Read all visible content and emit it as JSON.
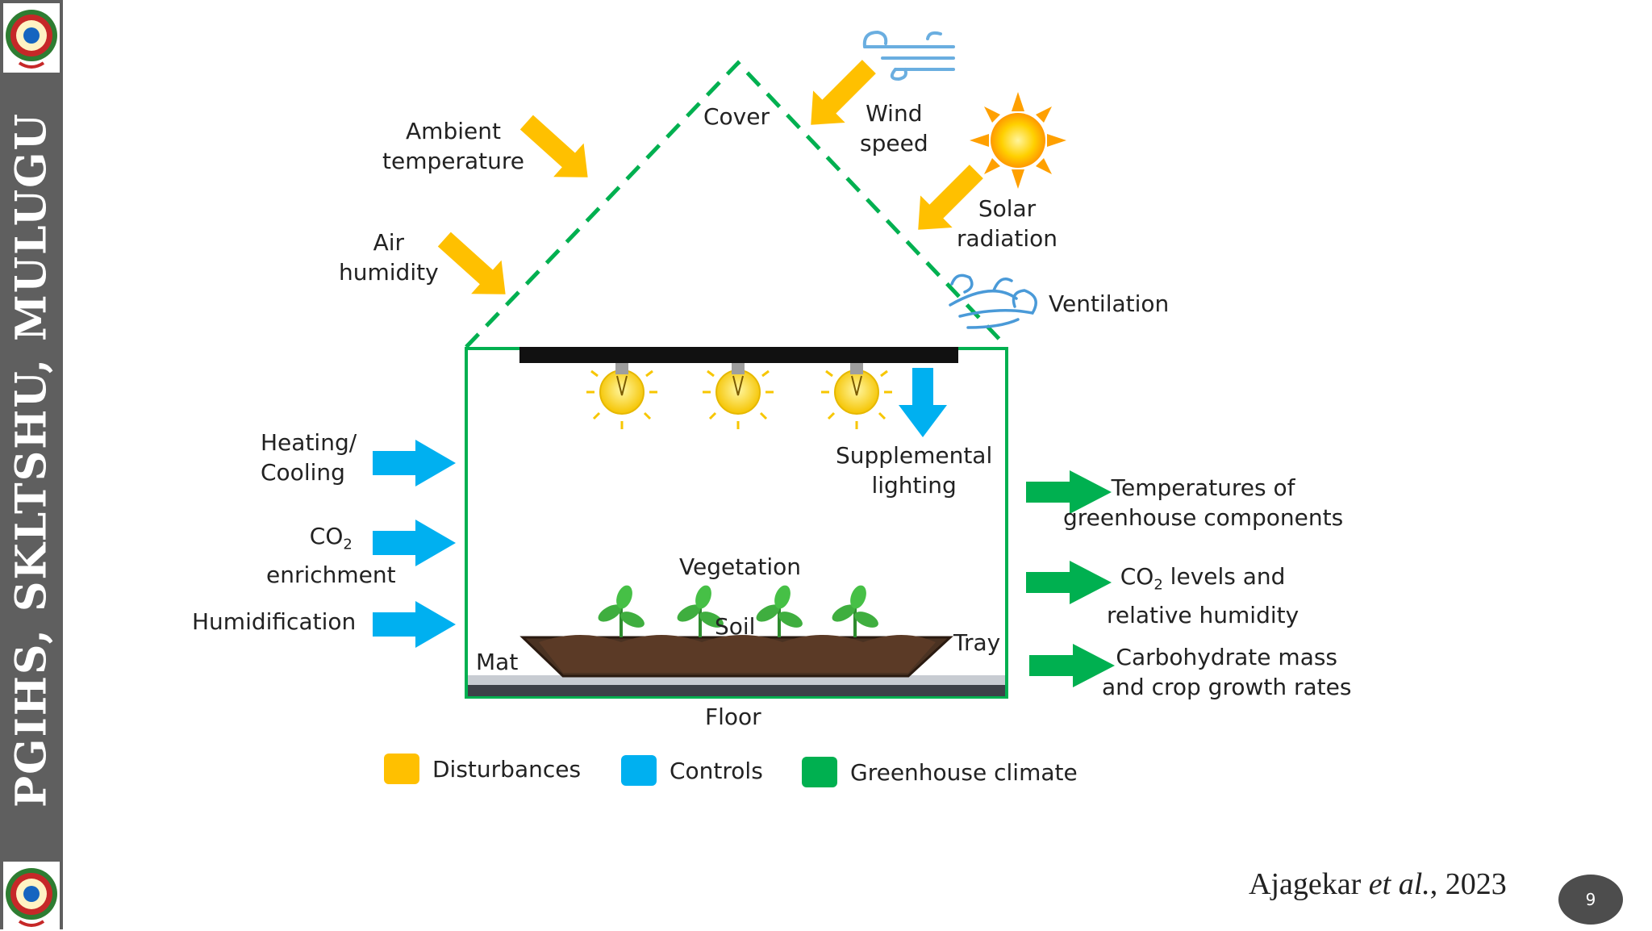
{
  "sidebar": {
    "vertical_text": "PGIHS, SKLTSHU, MULUGU"
  },
  "diagram": {
    "cover": "Cover",
    "disturbances": {
      "wind_speed": [
        "Wind",
        "speed"
      ],
      "ambient_temperature": [
        "Ambient",
        "temperature"
      ],
      "air_humidity": [
        "Air",
        "humidity"
      ],
      "solar_radiation": [
        "Solar",
        "radiation"
      ]
    },
    "ventilation": "Ventilation",
    "controls": {
      "heating_cooling": [
        "Heating/",
        "Cooling"
      ],
      "co2_enrichment": {
        "base": "CO",
        "sub": "2",
        "line2": "enrichment"
      },
      "humidification": "Humidification",
      "supplemental_lighting": [
        "Supplemental",
        "lighting"
      ]
    },
    "interior": {
      "vegetation": "Vegetation",
      "soil": "Soil",
      "tray": "Tray",
      "mat": "Mat",
      "floor": "Floor"
    },
    "outputs": {
      "temperatures": [
        "Temperatures of",
        "greenhouse components"
      ],
      "co2": {
        "base": "CO",
        "sub": "2",
        "rest": " levels and",
        "line2": "relative humidity"
      },
      "carbohydrate": [
        "Carbohydrate mass",
        "and crop growth rates"
      ]
    }
  },
  "legend": [
    {
      "label": "Disturbances",
      "color": "#FFC000"
    },
    {
      "label": "Controls",
      "color": "#00B0F0"
    },
    {
      "label": "Greenhouse climate",
      "color": "#00B050"
    }
  ],
  "citation": {
    "author": "Ajagekar",
    "etal": "et al.",
    "year": ", 2023"
  },
  "page_number": "9",
  "colors": {
    "disturbance": "#FFC000",
    "control": "#00B0F0",
    "climate": "#00B050",
    "sidebar": "#5f5f5f"
  }
}
